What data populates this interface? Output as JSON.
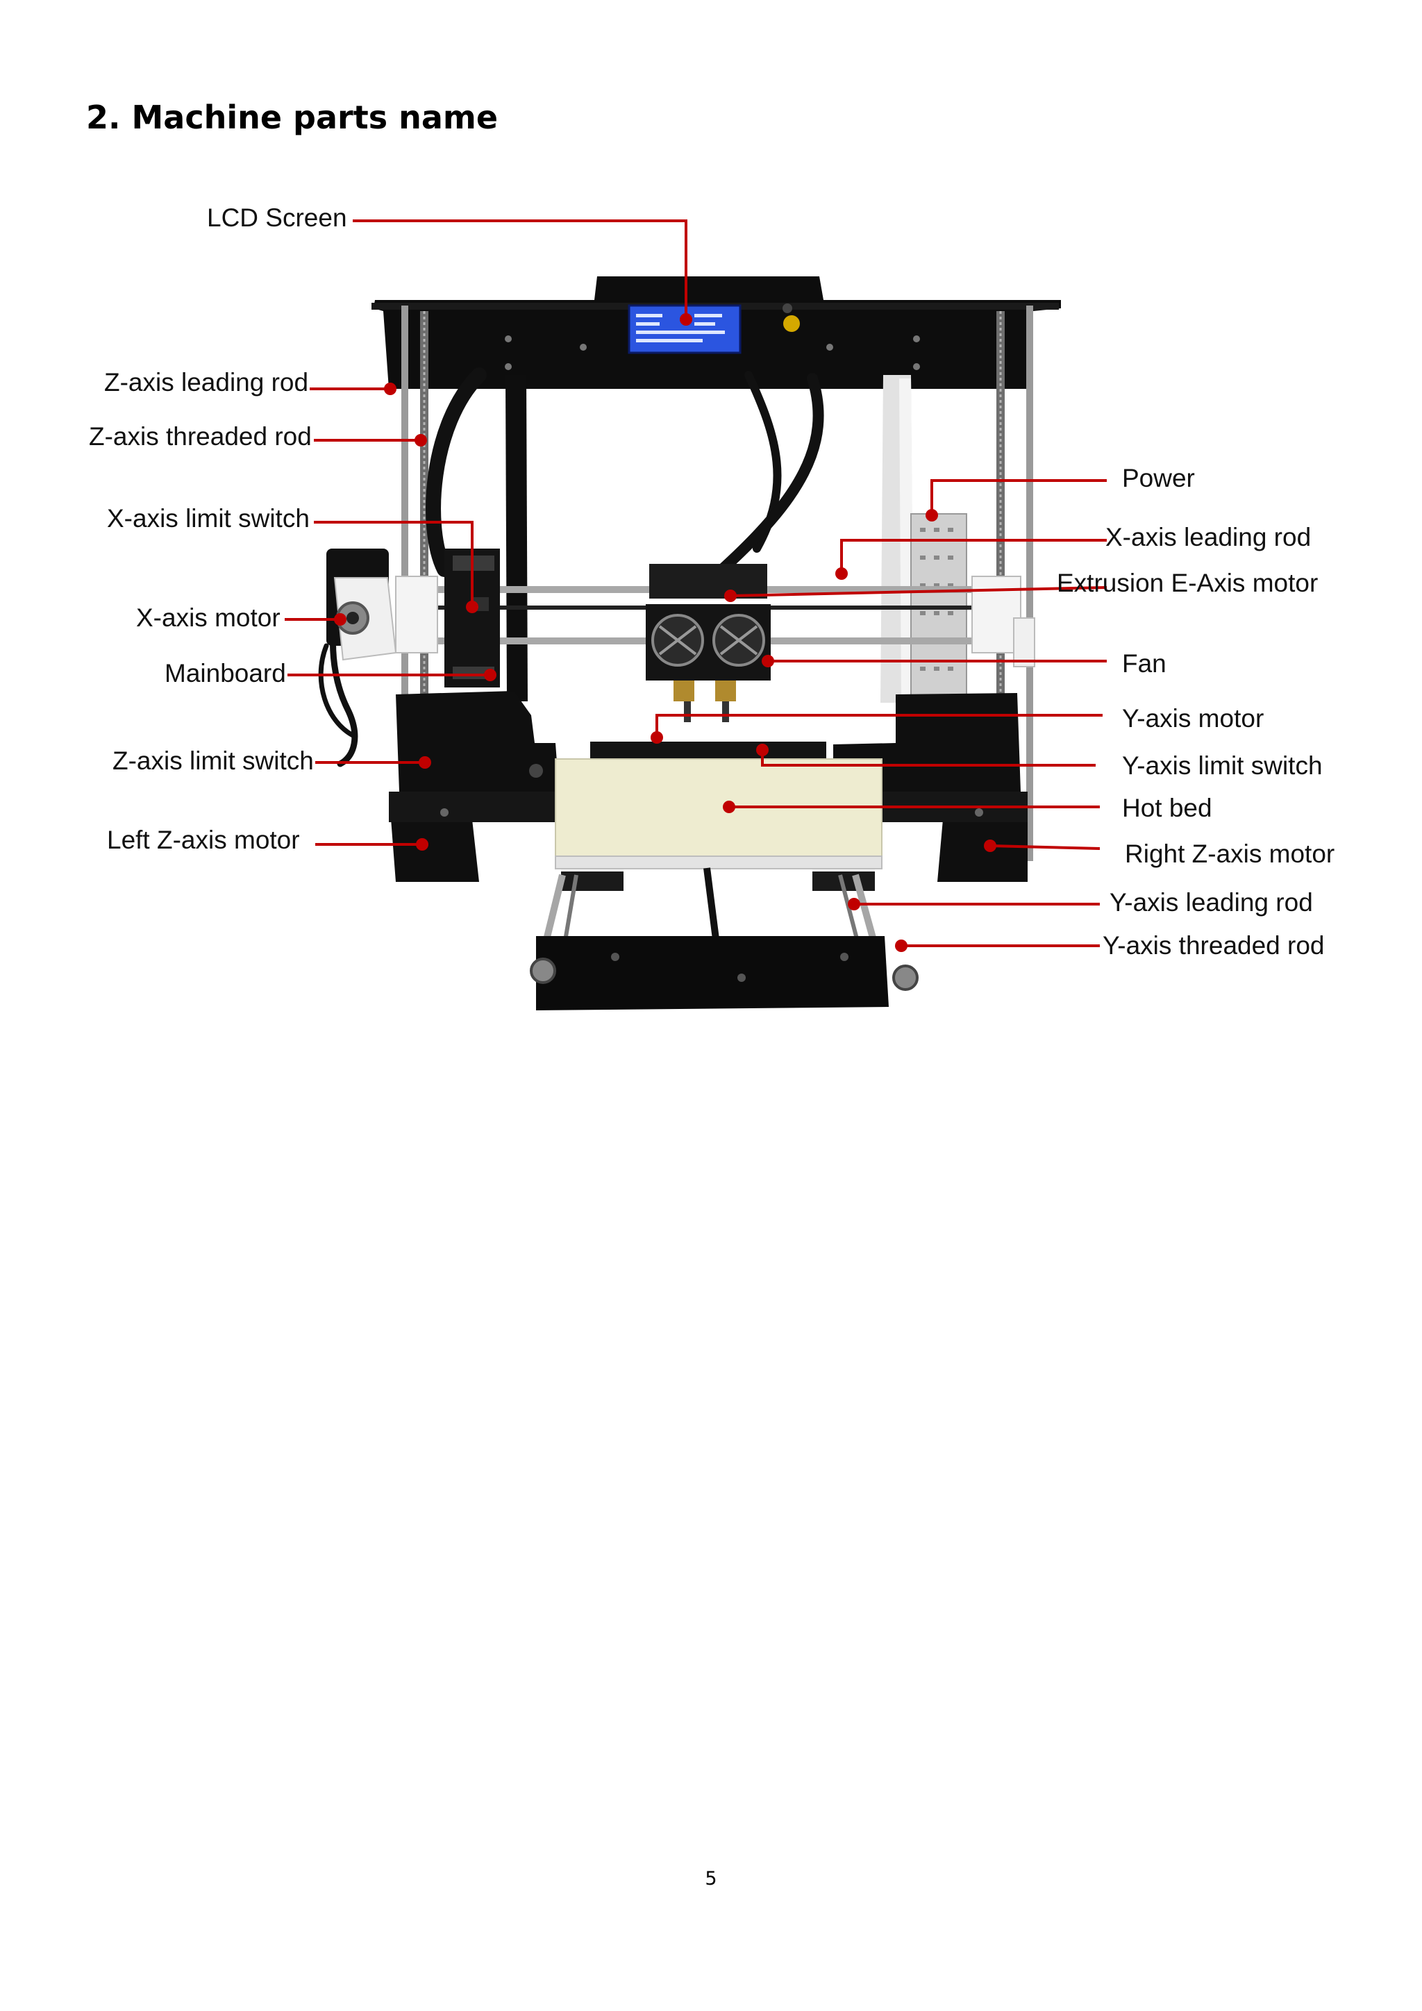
{
  "heading": "2. Machine parts name",
  "page_number": "5",
  "figure": {
    "callout_color": "#c00000",
    "labels_left": {
      "lcd_screen": "LCD Screen",
      "z_axis_leading_rod": "Z-axis leading rod",
      "z_axis_threaded_rod": "Z-axis threaded rod",
      "x_axis_limit_switch": "X-axis limit switch",
      "x_axis_motor": "X-axis motor",
      "mainboard": "Mainboard",
      "z_axis_limit_switch": "Z-axis limit switch",
      "left_z_axis_motor": "Left Z-axis motor"
    },
    "labels_right": {
      "power": "Power",
      "x_axis_leading_rod": "X-axis leading rod",
      "extrusion_e_axis_motor": "Extrusion E-Axis motor",
      "fan": "Fan",
      "y_axis_motor": "Y-axis motor",
      "y_axis_limit_switch": "Y-axis limit switch",
      "hot_bed": "Hot bed",
      "right_z_axis_motor": "Right Z-axis motor",
      "y_axis_leading_rod": "Y-axis leading rod",
      "y_axis_threaded_rod": "Y-axis threaded rod"
    }
  }
}
